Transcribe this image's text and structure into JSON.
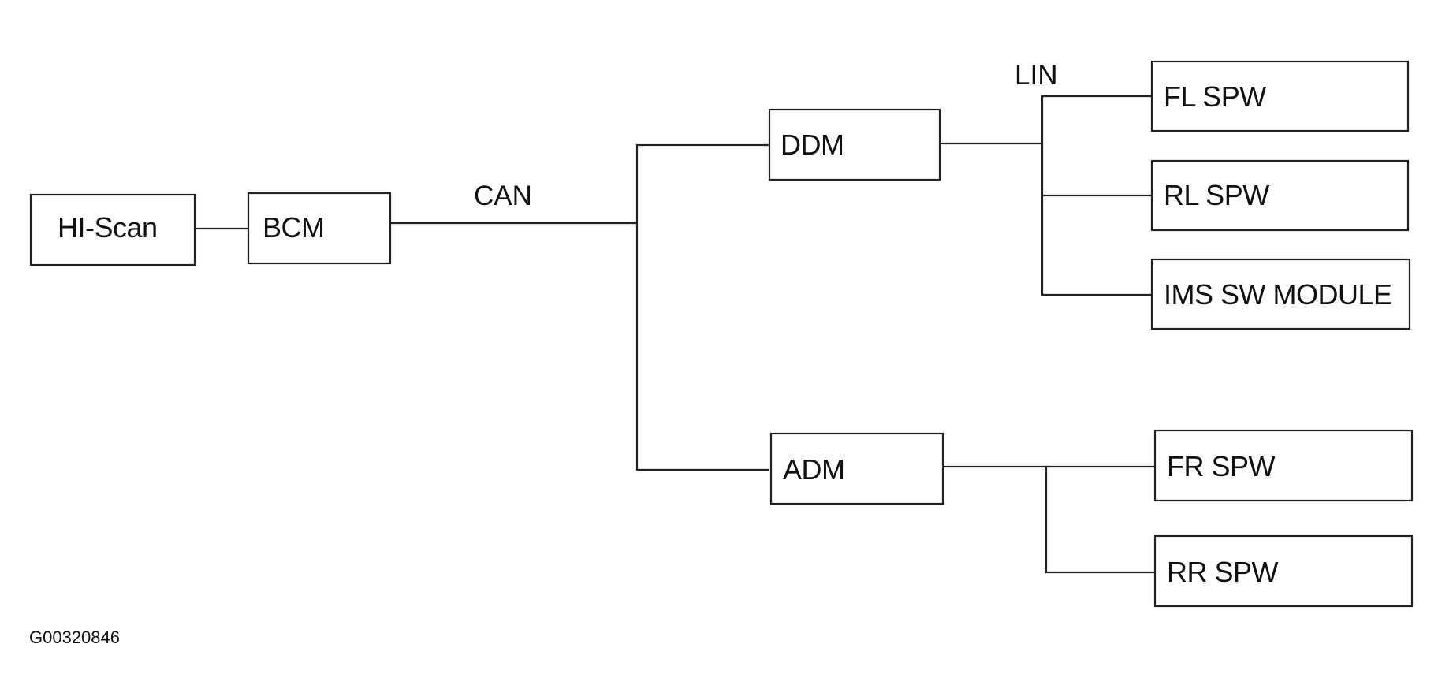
{
  "diagram": {
    "nodes": {
      "hi_scan": "HI-Scan",
      "bcm": "BCM",
      "ddm": "DDM",
      "adm": "ADM",
      "fl_spw": "FL SPW",
      "rl_spw": "RL SPW",
      "ims": "IMS SW MODULE",
      "fr_spw": "FR SPW",
      "rr_spw": "RR SPW"
    },
    "buses": {
      "can": "CAN",
      "lin": "LIN"
    },
    "figure_code": "G00320846"
  }
}
